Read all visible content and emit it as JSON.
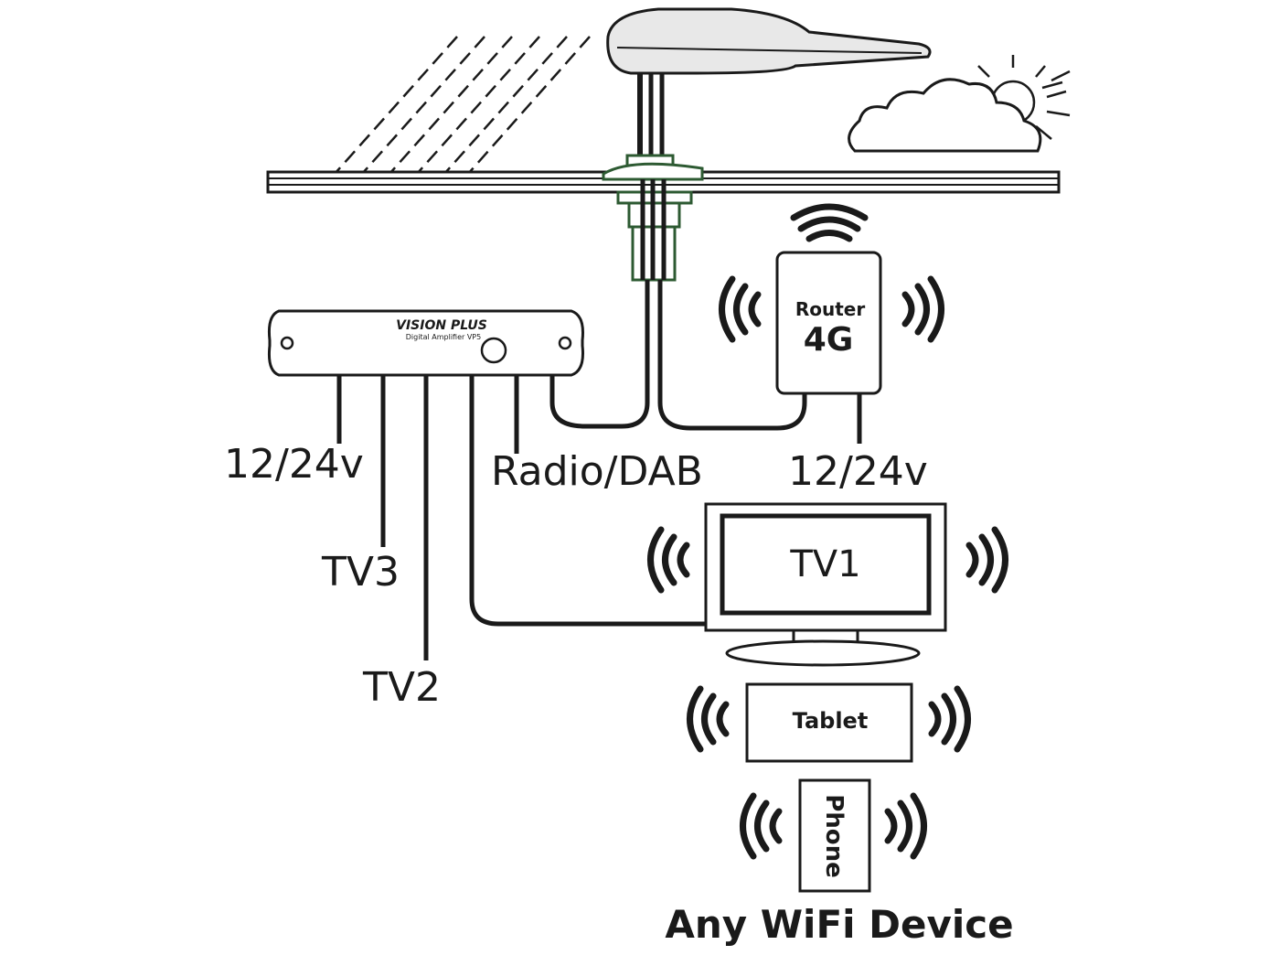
{
  "amplifier": {
    "brand": "VISION PLUS",
    "model": "Digital Amplifier VP5"
  },
  "router": {
    "line1": "Router",
    "line2": "4G"
  },
  "labels": {
    "amp_power": "12/24v",
    "tv3": "TV3",
    "tv2": "TV2",
    "radio": "Radio/DAB",
    "router_power": "12/24v"
  },
  "devices": {
    "tv1": "TV1",
    "tablet": "Tablet",
    "phone": "Phone",
    "caption": "Any WiFi Device"
  },
  "colors": {
    "line": "#1a1a1a",
    "mount_green": "#2d5a32",
    "antenna_fill": "#e8e8e8"
  }
}
